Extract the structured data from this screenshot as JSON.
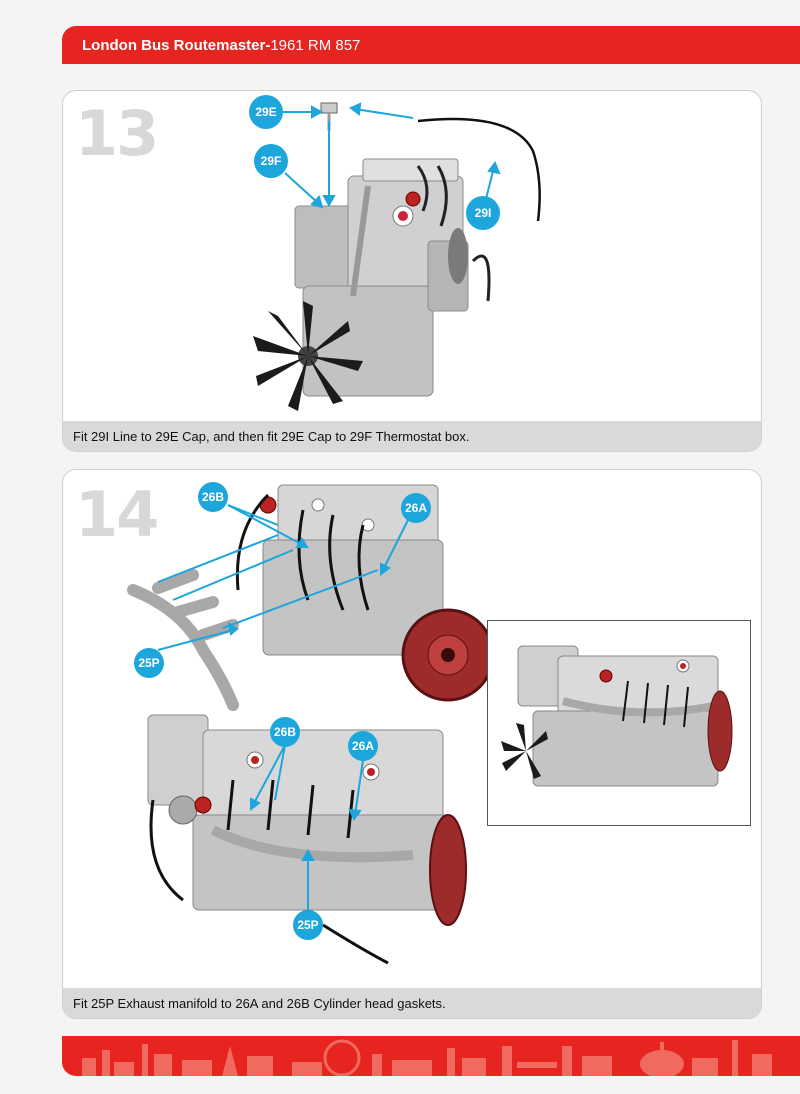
{
  "header": {
    "title_bold": "London Bus Routemaster-",
    "title_regular": "1961 RM 857"
  },
  "colors": {
    "brand_red": "#e62521",
    "callout_blue": "#1da6dc",
    "caption_bg": "#d9d9d9",
    "step_number_gray": "#d8d8d8"
  },
  "steps": [
    {
      "number": "13",
      "caption": "Fit 29I Line to 29E Cap, and then fit 29E Cap to 29F Thermostat box.",
      "callouts": [
        "29E",
        "29F",
        "29I"
      ]
    },
    {
      "number": "14",
      "caption": "Fit 25P Exhaust manifold to 26A and 26B Cylinder head gaskets.",
      "callouts_top": [
        "26B",
        "26A",
        "25P"
      ],
      "callouts_bottom": [
        "26B",
        "26A",
        "25P"
      ]
    }
  ],
  "icons": {
    "footer": "london-skyline-icon",
    "engine": "engine-illustration"
  }
}
